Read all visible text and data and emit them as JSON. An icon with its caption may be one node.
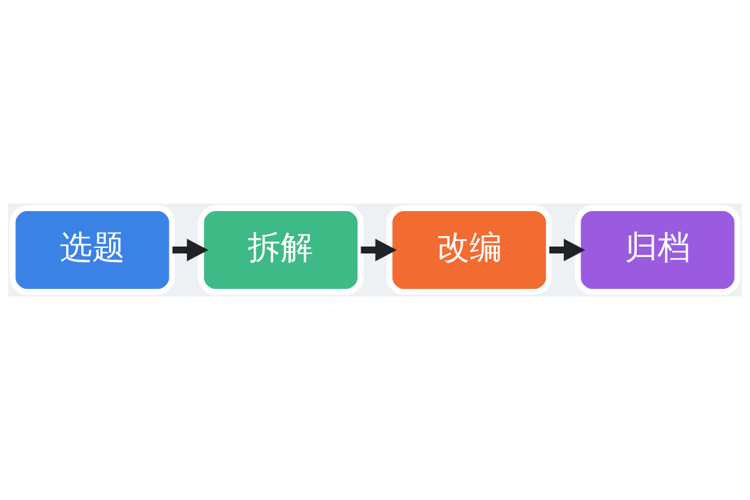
{
  "diagram": {
    "nodes": [
      {
        "text": [
          "选题"
        ]
      },
      {
        "text": [
          "拆解"
        ]
      },
      {
        "text": [
          "改编"
        ]
      },
      {
        "text": [
          "归档"
        ]
      }
    ],
    "edges": [
      {
        "from": 0,
        "to": 1,
        "arrow": "to"
      },
      {
        "from": 1,
        "to": 2,
        "arrow": "to"
      },
      {
        "from": 2,
        "to": 3,
        "arrow": "to"
      }
    ]
  }
}
